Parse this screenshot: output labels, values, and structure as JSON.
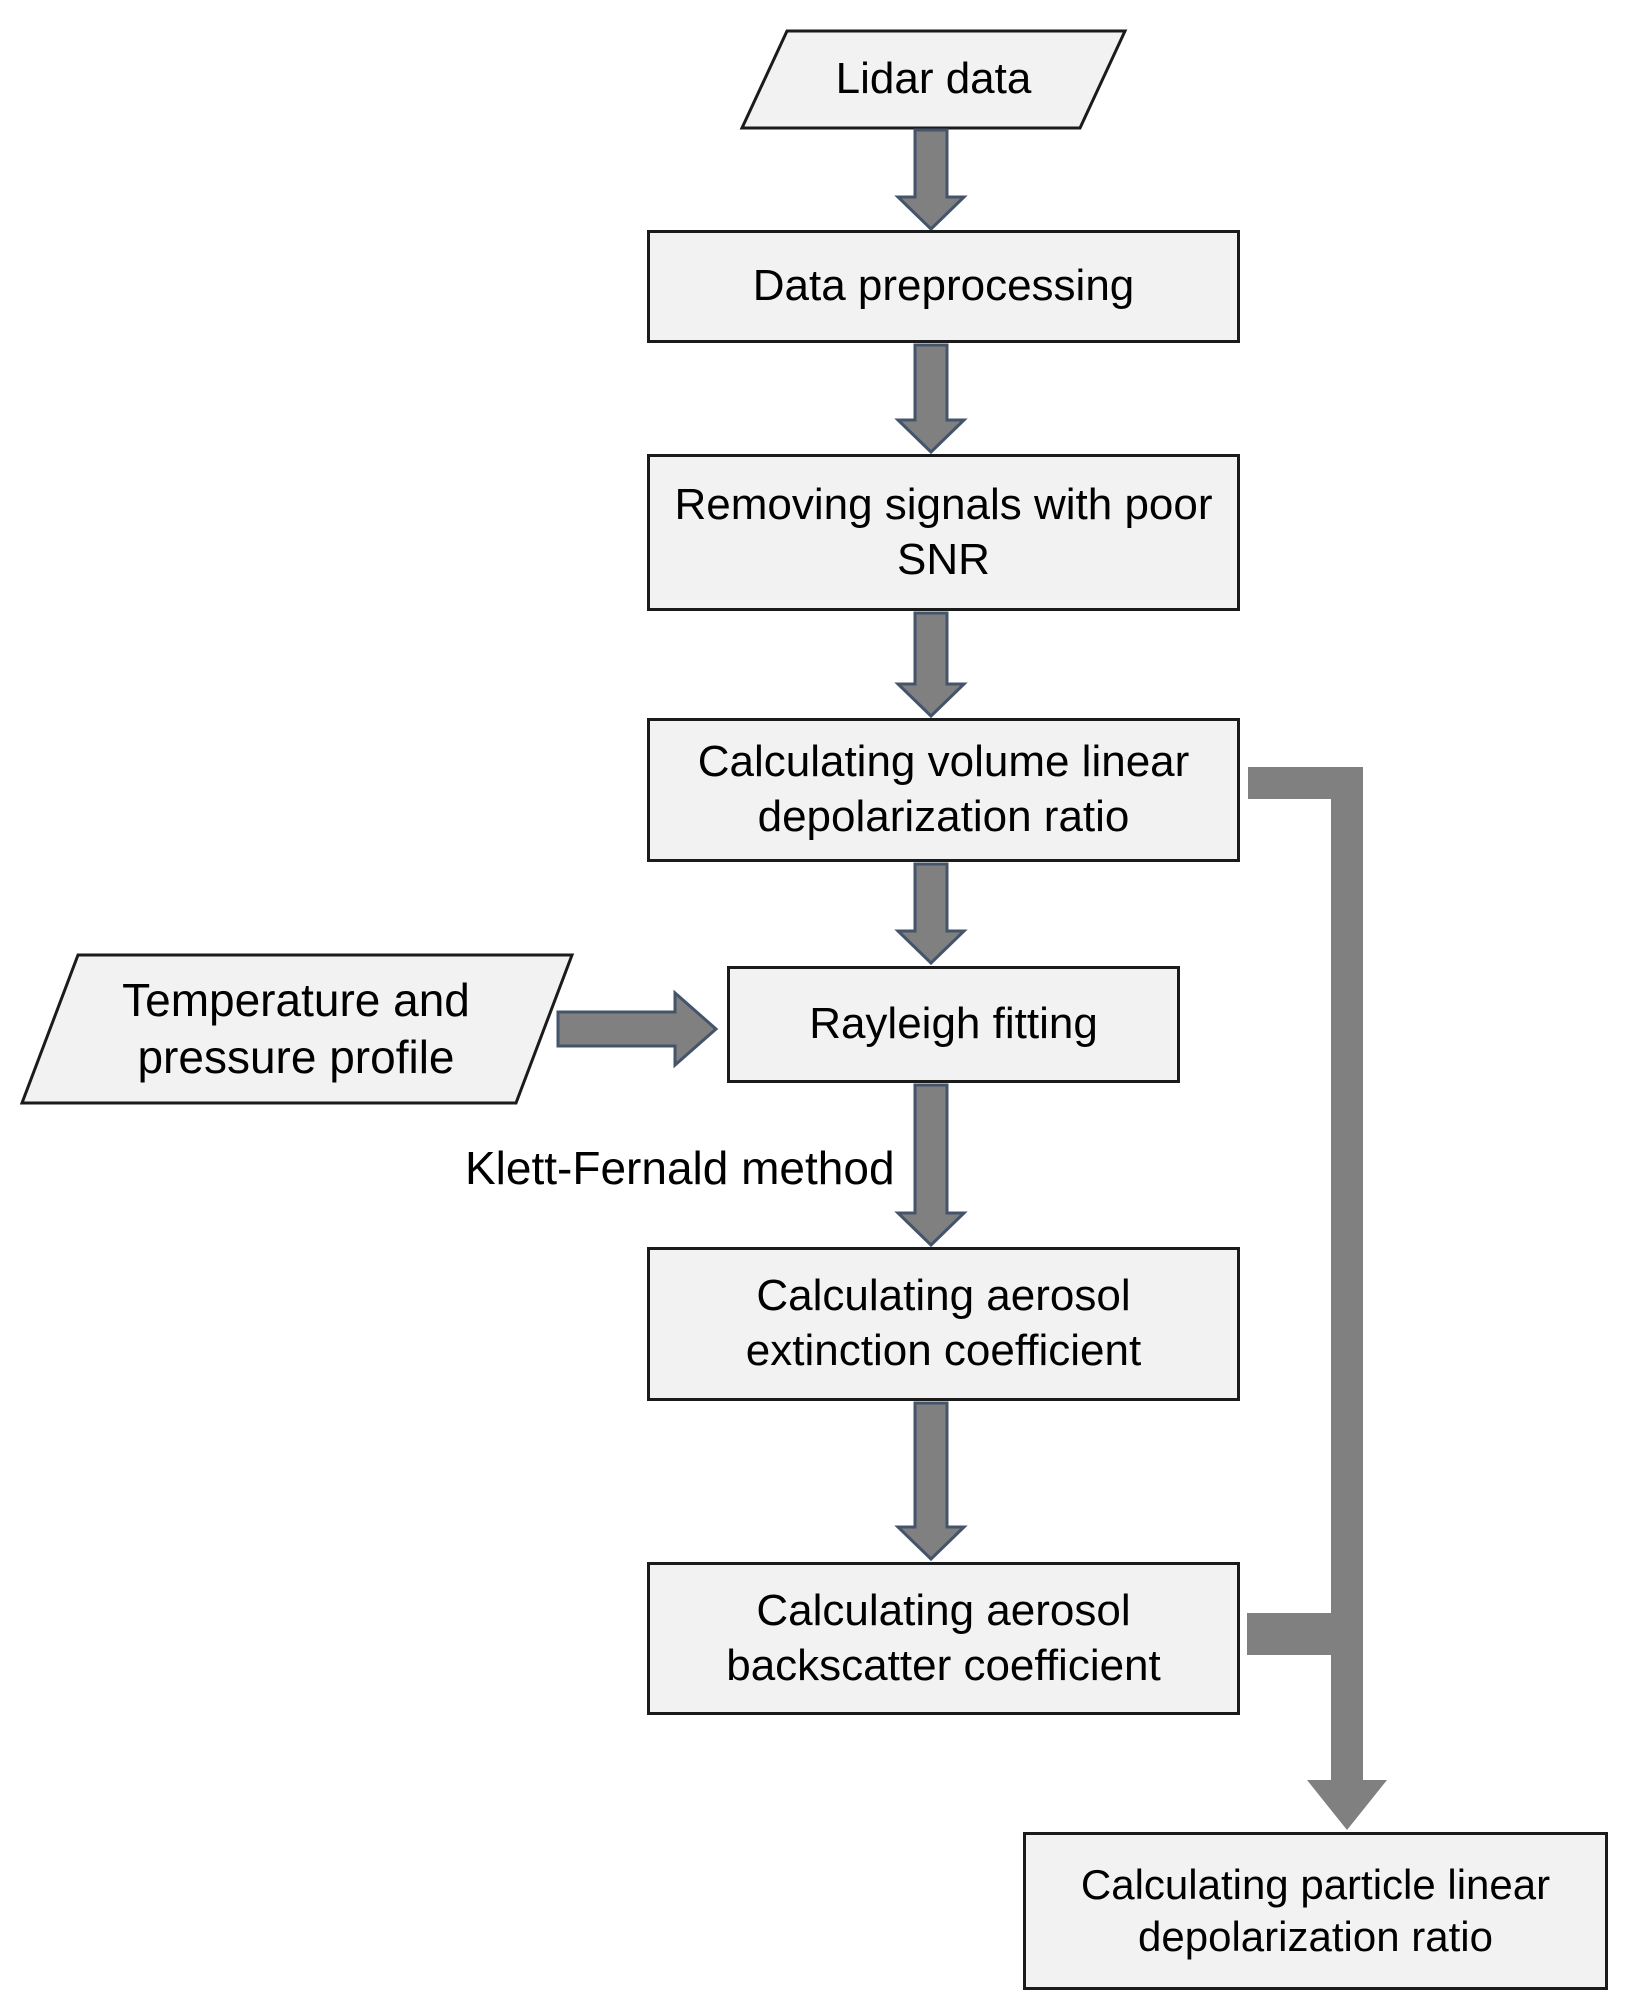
{
  "diagram": {
    "type": "flowchart",
    "nodes": {
      "lidar": {
        "label": "Lidar data",
        "shape": "parallelogram"
      },
      "preprocessing": {
        "label": "Data preprocessing",
        "shape": "rect"
      },
      "snr": {
        "label": "Removing signals with poor SNR",
        "shape": "rect"
      },
      "vldr": {
        "label": "Calculating volume linear depolarization ratio",
        "shape": "rect"
      },
      "rayleigh": {
        "label": "Rayleigh fitting",
        "shape": "rect"
      },
      "temp_pressure": {
        "label": "Temperature and pressure profile",
        "shape": "parallelogram"
      },
      "extinction": {
        "label": "Calculating aerosol extinction coefficient",
        "shape": "rect"
      },
      "backscatter": {
        "label": "Calculating aerosol backscatter coefficient",
        "shape": "rect"
      },
      "pldr": {
        "label": "Calculating particle linear depolarization ratio",
        "shape": "rect"
      }
    },
    "annotations": {
      "klett": "Klett-Fernald method"
    },
    "edges": [
      "lidar -> preprocessing",
      "preprocessing -> snr",
      "snr -> vldr",
      "vldr -> rayleigh",
      "temp_pressure -> rayleigh",
      "rayleigh -> extinction (Klett-Fernald method)",
      "extinction -> backscatter",
      "vldr -> pldr",
      "backscatter -> pldr"
    ],
    "colors": {
      "box_fill": "#f2f2f2",
      "box_border": "#1b1b1b",
      "arrow_fill": "#808080",
      "arrow_outline": "#44546a",
      "connector": "#808080",
      "text": "#000000",
      "background": "#ffffff"
    }
  }
}
